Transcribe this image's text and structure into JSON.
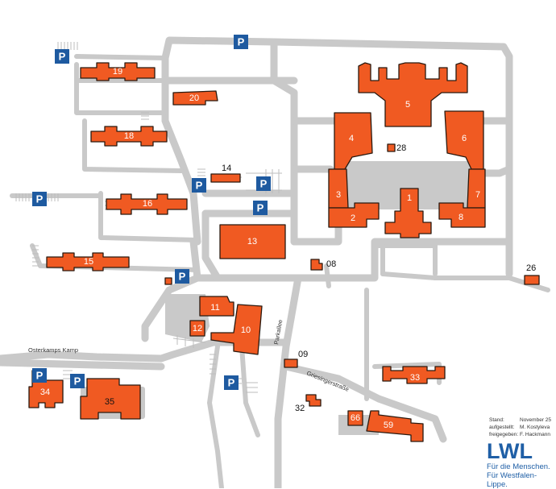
{
  "buildings": [
    {
      "id": "b1",
      "label": "1"
    },
    {
      "id": "b2",
      "label": "2"
    },
    {
      "id": "b3",
      "label": "3"
    },
    {
      "id": "b4",
      "label": "4"
    },
    {
      "id": "b5",
      "label": "5"
    },
    {
      "id": "b6",
      "label": "6"
    },
    {
      "id": "b7",
      "label": "7"
    },
    {
      "id": "b8",
      "label": "8"
    },
    {
      "id": "b08",
      "label": "08"
    },
    {
      "id": "b09",
      "label": "09"
    },
    {
      "id": "b10",
      "label": "10"
    },
    {
      "id": "b11",
      "label": "11"
    },
    {
      "id": "b12",
      "label": "12"
    },
    {
      "id": "b13",
      "label": "13"
    },
    {
      "id": "b14",
      "label": "14"
    },
    {
      "id": "b15",
      "label": "15"
    },
    {
      "id": "b16",
      "label": "16"
    },
    {
      "id": "b18",
      "label": "18"
    },
    {
      "id": "b19",
      "label": "19"
    },
    {
      "id": "b20",
      "label": "20"
    },
    {
      "id": "b26",
      "label": "26"
    },
    {
      "id": "b28",
      "label": "28"
    },
    {
      "id": "b32",
      "label": "32"
    },
    {
      "id": "b33",
      "label": "33"
    },
    {
      "id": "b34",
      "label": "34"
    },
    {
      "id": "b35",
      "label": "35"
    },
    {
      "id": "b59",
      "label": "59"
    },
    {
      "id": "b66",
      "label": "66"
    }
  ],
  "parking_label": "P",
  "streets": {
    "osterkamps": "Osterkamps Kamp",
    "parkallee": "Parkallee",
    "griesinger": "Griesingerstraße"
  },
  "meta": {
    "stand_key": "Stand:",
    "stand_val": "November 25",
    "aufgestellt_key": "aufgestellt:",
    "aufgestellt_val": "M. Kostyleva",
    "freigegeben_key": "freigegeben:",
    "freigegeben_val": "F. Hackmann"
  },
  "logo": {
    "name": "LWL",
    "slogan_line1": "Für die Menschen.",
    "slogan_line2": "Für Westfalen-Lippe."
  },
  "colors": {
    "building": "#f05a22",
    "road": "#c9c9c9",
    "parking": "#1e5aa0",
    "logo": "#1f5fa6"
  }
}
